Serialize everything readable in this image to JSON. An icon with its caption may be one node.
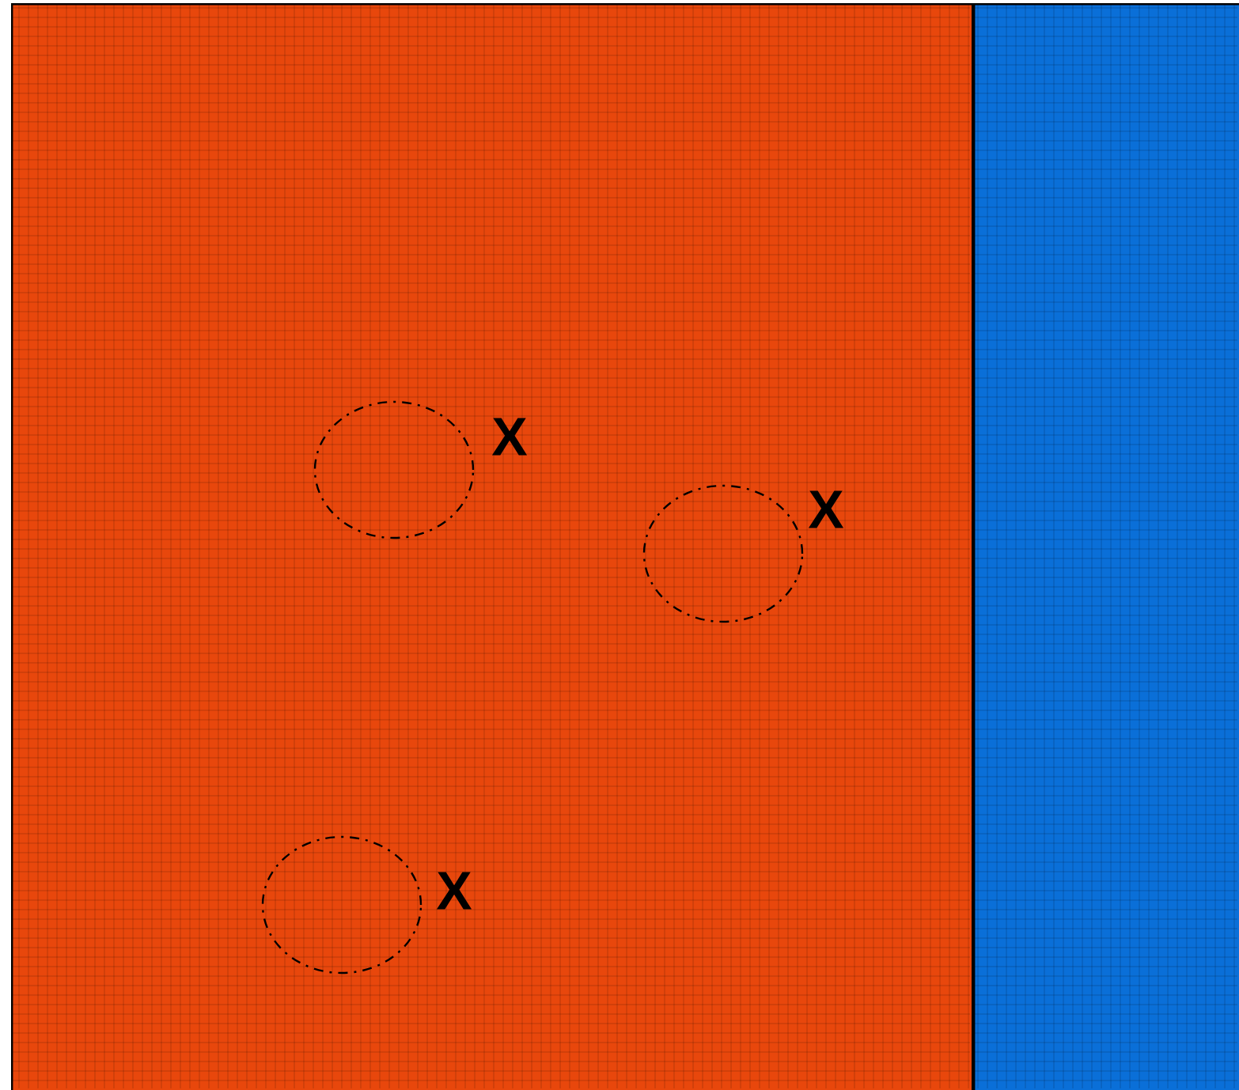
{
  "diagram": {
    "nodes": [
      {
        "text": [],
        "shape": "box"
      },
      {
        "text": [],
        "shape": "box"
      },
      {
        "text": [],
        "shape": "circle",
        "in": 0,
        "beside": [
          "X"
        ]
      },
      {
        "text": [],
        "shape": "circle",
        "in": 0,
        "beside": [
          "X"
        ]
      },
      {
        "text": [],
        "shape": "circle",
        "in": 0,
        "beside": [
          "X"
        ]
      }
    ]
  }
}
